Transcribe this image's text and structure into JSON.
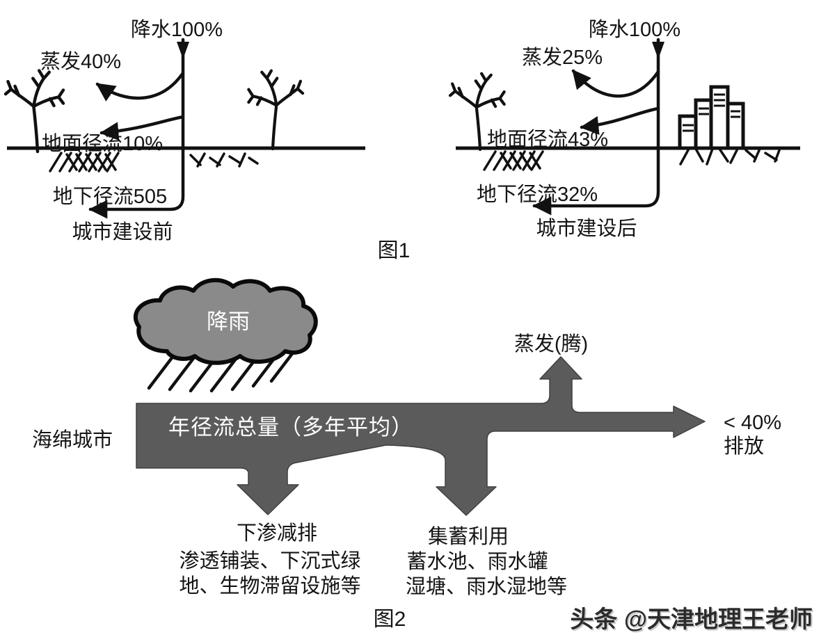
{
  "figure1": {
    "caption": "图1",
    "panels": [
      {
        "precipitation": "降水100%",
        "evaporation": "蒸发40%",
        "surface_runoff": "地面径流10%",
        "underground_runoff": "地下径流505",
        "caption": "城市建设前"
      },
      {
        "precipitation": "降水100%",
        "evaporation": "蒸发25%",
        "surface_runoff": "地面径流43%",
        "underground_runoff": "地下径流32%",
        "caption": "城市建设后"
      }
    ]
  },
  "figure2": {
    "caption": "图2",
    "cloud_label": "降雨",
    "side_label": "海绵城市",
    "main_flow_label": "年径流总量（多年平均）",
    "evaporation_label": "蒸发(腾)",
    "discharge": {
      "line1": "< 40%",
      "line2": "排放"
    },
    "infiltration": {
      "title": "下渗减排",
      "desc1": "渗透铺装、下沉式绿",
      "desc2": "地、生物滞留设施等"
    },
    "storage": {
      "title": "集蓄利用",
      "desc1": "蓄水池、雨水罐",
      "desc2": "湿塘、雨水湿地等"
    },
    "colors": {
      "band": "#5b5b5b",
      "cloud": "#8a8a8a"
    }
  },
  "watermark": "头条 @天津地理王老师"
}
